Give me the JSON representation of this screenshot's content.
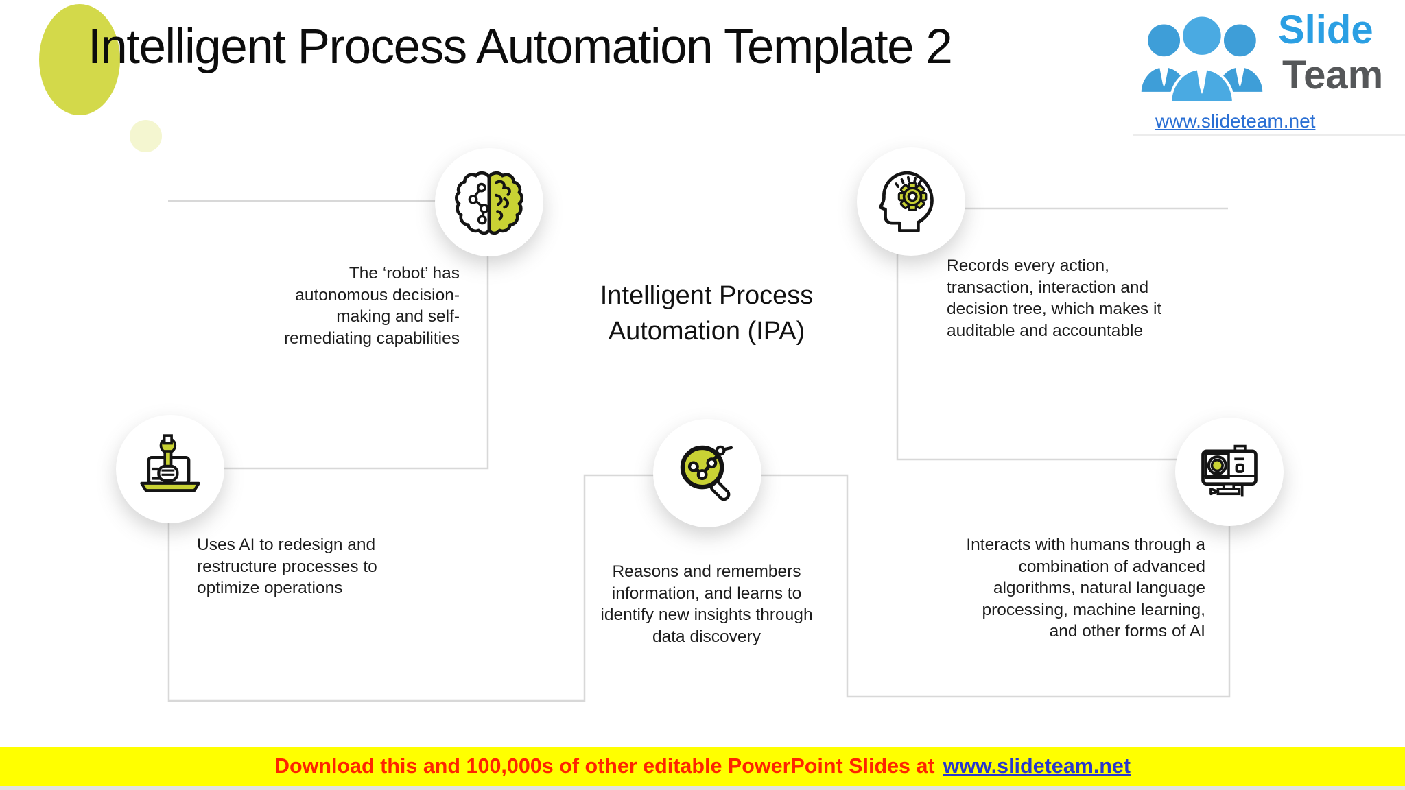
{
  "slide": {
    "title": "Intelligent Process Automation Template 2",
    "center_title": "Intelligent Process Automation (IPA)"
  },
  "logo": {
    "brand_top": "Slide",
    "brand_bottom": "Team",
    "url": "www.slideteam.net"
  },
  "cards": [
    {
      "icon": "brain-circuit-icon",
      "text": "The ‘robot’ has autonomous decision-making and self-remediating capabilities"
    },
    {
      "icon": "head-gear-icon",
      "text": "Records every action, transaction, interaction and decision tree, which makes it auditable and accountable"
    },
    {
      "icon": "laptop-wrench-icon",
      "text": "Uses AI to redesign and restructure processes to optimize operations"
    },
    {
      "icon": "magnifier-chart-icon",
      "text": "Reasons and remembers information, and learns to identify new insights through data discovery"
    },
    {
      "icon": "action-camera-icon",
      "text": "Interacts with humans through a combination of advanced algorithms, natural language processing, machine learning, and other forms of AI"
    }
  ],
  "footer": {
    "text": "Download this and 100,000s of other editable PowerPoint Slides at",
    "link": "www.slideteam.net"
  },
  "colors": {
    "accent_green": "#c9d234",
    "title_circle": "#d3d94a",
    "banner_bg": "#ffff00",
    "banner_text": "#fe2400",
    "link_blue": "#2837cc",
    "logo_blue": "#2b9fe3",
    "logo_gray": "#555759",
    "line_gray": "#d8d8d8"
  }
}
